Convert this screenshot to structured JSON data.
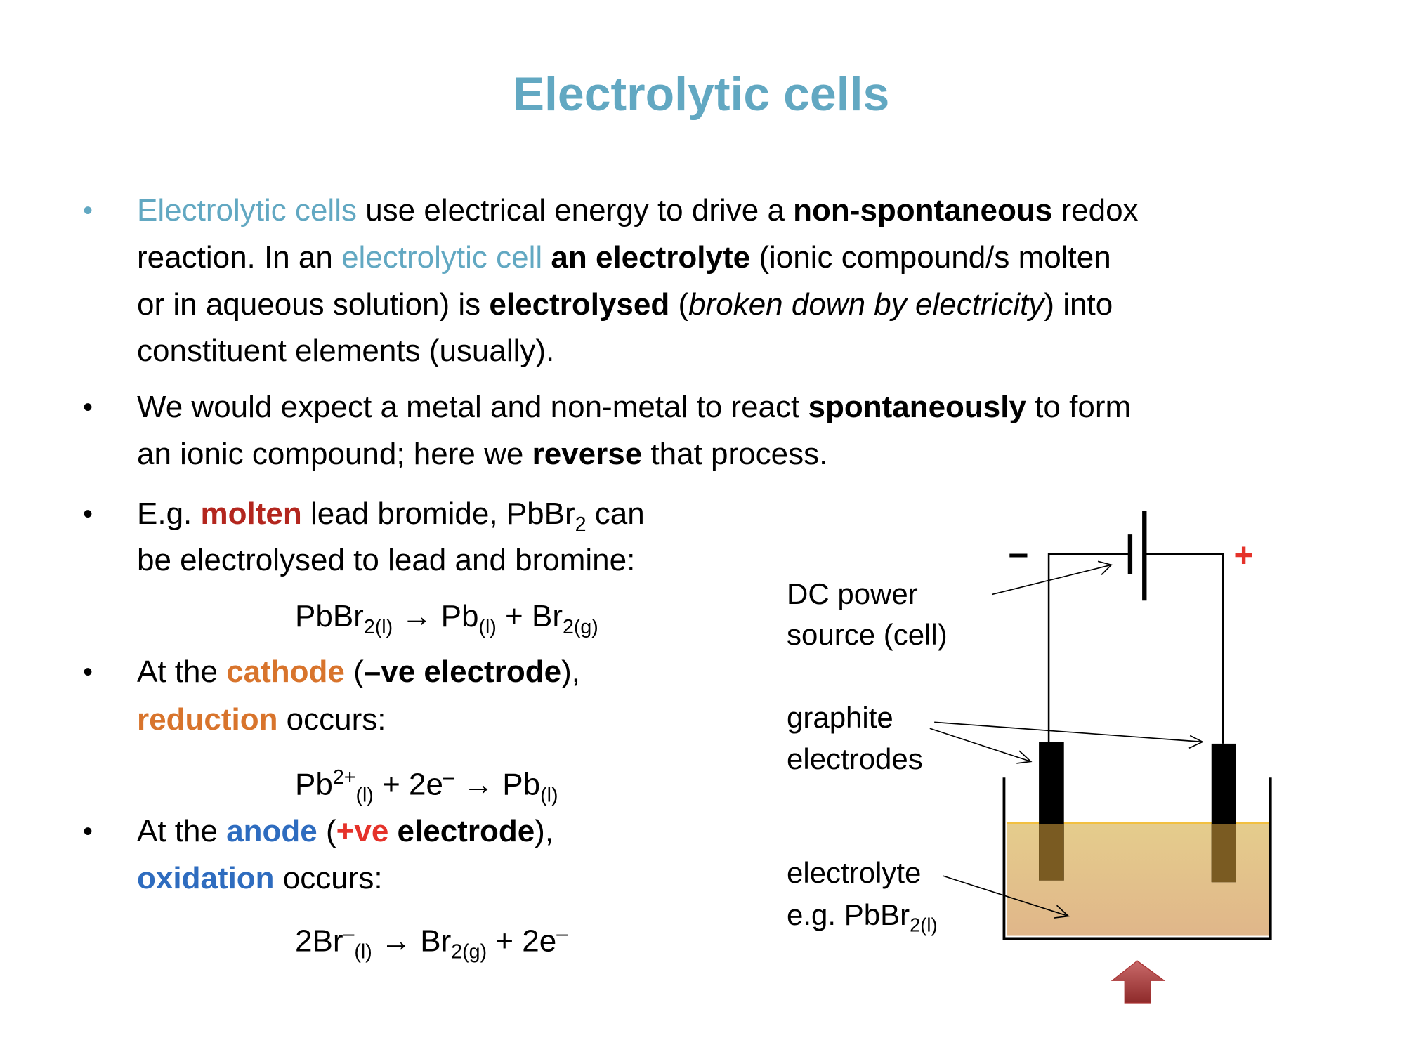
{
  "title": "Electrolytic cells",
  "colors": {
    "title": "#62a8c2",
    "molten": "#b3261e",
    "cathode": "#d8742c",
    "anode": "#2e6cbf",
    "positive": "#e5322a",
    "electrolyte_top": "#e5cd8c",
    "electrolyte_bottom": "#e0b68a"
  },
  "bullets": [
    {
      "lines": [
        [
          {
            "t": "Electrolytic cells",
            "c": "teal"
          },
          {
            "t": " use electrical energy to drive a "
          },
          {
            "t": "non-spontaneous",
            "c": "b"
          },
          {
            "t": " redox"
          }
        ],
        [
          {
            "t": "reaction. In an "
          },
          {
            "t": "electrolytic cell",
            "c": "teal"
          },
          {
            "t": " "
          },
          {
            "t": "an electrolyte",
            "c": "b"
          },
          {
            "t": " (ionic compound/s molten"
          }
        ],
        [
          {
            "t": "or in aqueous solution) is "
          },
          {
            "t": "electrolysed",
            "c": "b"
          },
          {
            "t": " ("
          },
          {
            "t": "broken down by electricity",
            "c": "i"
          },
          {
            "t": ") into"
          }
        ],
        [
          {
            "t": "constituent elements (usually)."
          }
        ]
      ],
      "bullet_color": "#62a8c2"
    },
    {
      "lines": [
        [
          {
            "t": "We would expect a metal and non-metal to react "
          },
          {
            "t": "spontaneously",
            "c": "b"
          },
          {
            "t": " to form"
          }
        ],
        [
          {
            "t": "an ionic compound; here we "
          },
          {
            "t": "reverse",
            "c": "b"
          },
          {
            "t": " that process."
          }
        ]
      ]
    },
    {
      "lines": [
        [
          {
            "t": "E.g. "
          },
          {
            "t": "molten",
            "c": "brick"
          },
          {
            "t": " lead bromide, PbBr"
          },
          {
            "t": "2",
            "c": "sub"
          },
          {
            "t": " can"
          }
        ],
        [
          {
            "t": "be electrolysed to lead and bromine:"
          }
        ]
      ]
    },
    {
      "lines": [
        [
          {
            "t": "At the "
          },
          {
            "t": "cathode",
            "c": "orange"
          },
          {
            "t": " ("
          },
          {
            "t": "–ve electrode",
            "c": "b"
          },
          {
            "t": "),"
          }
        ],
        [
          {
            "t": "reduction",
            "c": "orange"
          },
          {
            "t": " occurs:"
          }
        ]
      ]
    },
    {
      "lines": [
        [
          {
            "t": "At the "
          },
          {
            "t": "anode",
            "c": "blue"
          },
          {
            "t": " ("
          },
          {
            "t": "+ve",
            "c": "red"
          },
          {
            "t": " "
          },
          {
            "t": "electrode",
            "c": "b"
          },
          {
            "t": "),"
          }
        ],
        [
          {
            "t": "oxidation",
            "c": "blue"
          },
          {
            "t": " occurs:"
          }
        ]
      ]
    }
  ],
  "equations": [
    [
      {
        "t": "PbBr"
      },
      {
        "t": "2(l)",
        "c": "sub"
      },
      {
        "t": " → Pb"
      },
      {
        "t": "(l)",
        "c": "sub"
      },
      {
        "t": " + Br"
      },
      {
        "t": "2(g)",
        "c": "sub"
      }
    ],
    [
      {
        "t": "Pb"
      },
      {
        "t": "2+",
        "c": "sup"
      },
      {
        "t": "(l)",
        "c": "sub"
      },
      {
        "t": " + 2e"
      },
      {
        "t": "–",
        "c": "sup"
      },
      {
        "t": " → Pb"
      },
      {
        "t": "(l)",
        "c": "sub"
      }
    ],
    [
      {
        "t": "2Br"
      },
      {
        "t": "–",
        "c": "sup"
      },
      {
        "t": "(l)",
        "c": "sub"
      },
      {
        "t": " → Br"
      },
      {
        "t": "2(g)",
        "c": "sub"
      },
      {
        "t": " + 2e"
      },
      {
        "t": "–",
        "c": "sup"
      }
    ]
  ],
  "diagram": {
    "negative_sign": "–",
    "positive_sign": "+",
    "labels": [
      [
        [
          {
            "t": "DC power"
          }
        ],
        [
          {
            "t": "source (cell)"
          }
        ]
      ],
      [
        [
          {
            "t": "graphite"
          }
        ],
        [
          {
            "t": "electrodes"
          }
        ]
      ],
      [
        [
          {
            "t": "electrolyte"
          }
        ],
        [
          {
            "t": "e.g. PbBr"
          },
          {
            "t": "2(l)",
            "c": "sub"
          }
        ]
      ]
    ]
  }
}
